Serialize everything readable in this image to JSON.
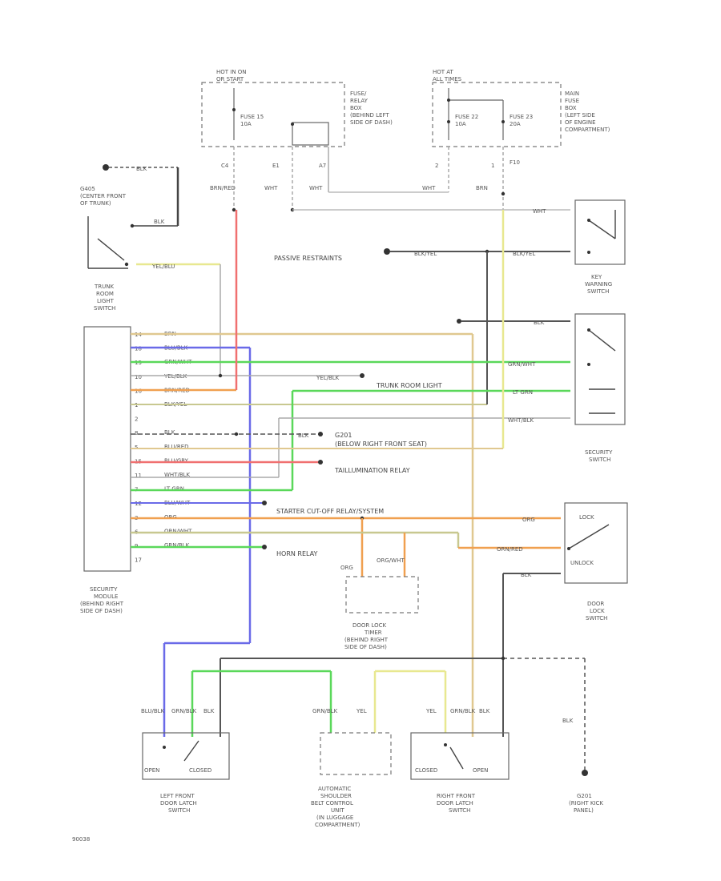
{
  "components": {
    "hot_run_acc": [
      "HOT IN ON",
      "OR START"
    ],
    "hot_at_all": [
      "HOT AT",
      "ALL TIMES"
    ],
    "fuse_relay_box": [
      "FUSE/",
      "RELAY",
      "BOX",
      "(BEHIND LEFT",
      "SIDE OF DASH)"
    ],
    "fuse15": [
      "FUSE 15",
      "10A"
    ],
    "fuse22": [
      "FUSE 22",
      "10A"
    ],
    "fuse23": [
      "FUSE 23",
      "20A"
    ],
    "main_fuse_box": [
      "MAIN",
      "FUSE",
      "BOX",
      "(LEFT SIDE",
      "OF ENGINE",
      "COMPARTMENT)"
    ],
    "ground_trunk": [
      "G405",
      "(CENTER FRONT",
      "OF TRUNK)"
    ],
    "trunk_switch": [
      "TRUNK",
      "ROOM",
      "LIGHT",
      "SWITCH"
    ],
    "passive_restraints": "PASSIVE RESTRAINTS",
    "key_switch": [
      "KEY",
      "WARNING",
      "SWITCH"
    ],
    "security_switch": [
      "SECURITY",
      "SWITCH"
    ],
    "trunk_room_light": "TRUNK ROOM LIGHT",
    "g201": [
      "G201",
      "(BELOW RIGHT FRONT SEAT)"
    ],
    "taillight_relay": "TAILLUMINATION RELAY",
    "starter_cutoff": "STARTER CUT-OFF RELAY/SYSTEM",
    "horn_relay": "HORN RELAY",
    "door_lock_switch": [
      "DOOR",
      "LOCK",
      "SWITCH"
    ],
    "lock_lbl": "LOCK",
    "unlock_lbl": "UNLOCK",
    "security_module": [
      "SECURITY",
      "MODULE",
      "(BEHIND RIGHT",
      "SIDE OF DASH)"
    ],
    "door_lock_timer": [
      "DOOR LOCK",
      "TIMER",
      "(BEHIND RIGHT",
      "SIDE OF DASH)"
    ],
    "left_latch": [
      "LEFT FRONT",
      "DOOR LATCH",
      "SWITCH"
    ],
    "belt_unit": [
      "AUTOMATIC",
      "SHOULDER",
      "BELT CONTROL",
      "UNIT",
      "(IN LUGGAGE",
      "COMPARTMENT)"
    ],
    "right_latch": [
      "RIGHT FRONT",
      "DOOR LATCH",
      "SWITCH"
    ],
    "g201_panel": [
      "G201",
      "(RIGHT KICK",
      "PANEL)"
    ],
    "open_lbl": "OPEN",
    "closed_lbl": "CLOSED",
    "code": "90038"
  },
  "wires": {
    "blk_ground": "BLK",
    "blk_w": "BLK",
    "yel_blu": "YEL/BLU",
    "brn_red": "BRN/RED",
    "wht1": "WHT",
    "wht2": "WHT",
    "wht3": "WHT",
    "brn": "BRN",
    "blk_yel_a": "BLK/YEL",
    "blk_yel_b": "BLK/YEL",
    "blk_key": "BLK",
    "grn_wht": "GRN/WHT",
    "lt_grn": "LT GRN",
    "wht_blk": "WHT/BLK",
    "yel_blk": "YEL/BLK",
    "blk_g201": "BLK",
    "org": "ORG",
    "orn_red": "ORN/RED",
    "blk_dls": "BLK",
    "org2": "ORG",
    "orn_wht": "ORG/WHT",
    "blu_blk": "BLU/BLK",
    "grn_blk": "GRN/BLK",
    "blk3": "BLK",
    "grn_blk2": "GRN/BLK",
    "yel": "YEL",
    "yel2": "YEL",
    "grn_blk3": "GRN/BLK",
    "blk4": "BLK",
    "blk5": "BLK"
  },
  "module_wires": [
    "BRN",
    "BLU/BLK",
    "GRN/WHT",
    "YEL/BLK",
    "BRN/RED",
    "BLK/YEL",
    "",
    "BLK",
    "BLU/RED",
    "BLU/GRY",
    "WHT/BLK",
    "LT GRN",
    "BLU/WHT",
    "ORG",
    "ORN/WHT",
    "GRN/BLK",
    ""
  ],
  "module_pins": [
    "14",
    "18",
    "13",
    "10",
    "16",
    "1",
    "2",
    "8",
    "5",
    "15",
    "11",
    "7",
    "12",
    "3",
    "6",
    "9",
    "17"
  ],
  "pins": {
    "c4": "C4",
    "e1": "E1",
    "a7": "A7",
    "p2": "2",
    "p1": "1",
    "f10": "F10"
  },
  "colors": {
    "orange": "#f0a050",
    "blue": "#6a6ae8",
    "green": "#5ad85a",
    "red": "#f07070",
    "yellow": "#e8e890",
    "gray": "#b8b8b8",
    "olive": "#c8c890",
    "dark": "#555555",
    "tan": "#e0c890"
  }
}
